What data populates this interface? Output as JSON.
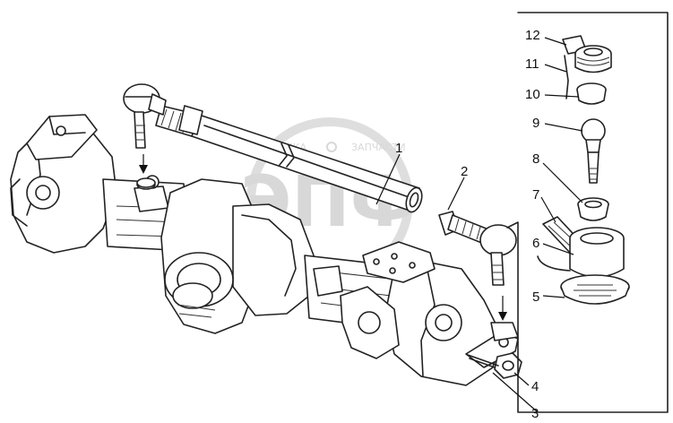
{
  "callouts": [
    {
      "id": "1",
      "label": "1"
    },
    {
      "id": "2",
      "label": "2"
    },
    {
      "id": "3",
      "label": "3"
    },
    {
      "id": "4",
      "label": "4"
    },
    {
      "id": "5",
      "label": "5"
    },
    {
      "id": "6",
      "label": "6"
    },
    {
      "id": "7",
      "label": "7"
    },
    {
      "id": "8",
      "label": "8"
    },
    {
      "id": "9",
      "label": "9"
    },
    {
      "id": "10",
      "label": "10"
    },
    {
      "id": "11",
      "label": "11"
    },
    {
      "id": "12",
      "label": "12"
    }
  ],
  "watermark": {
    "logo_text": "ЭПФ",
    "caption_left": "ТЕХНИКА",
    "caption_right": "ЗАПЧАСТИ"
  },
  "colors": {
    "ink": "#222222",
    "watermark": "#b9b9b9",
    "background": "#ffffff"
  }
}
